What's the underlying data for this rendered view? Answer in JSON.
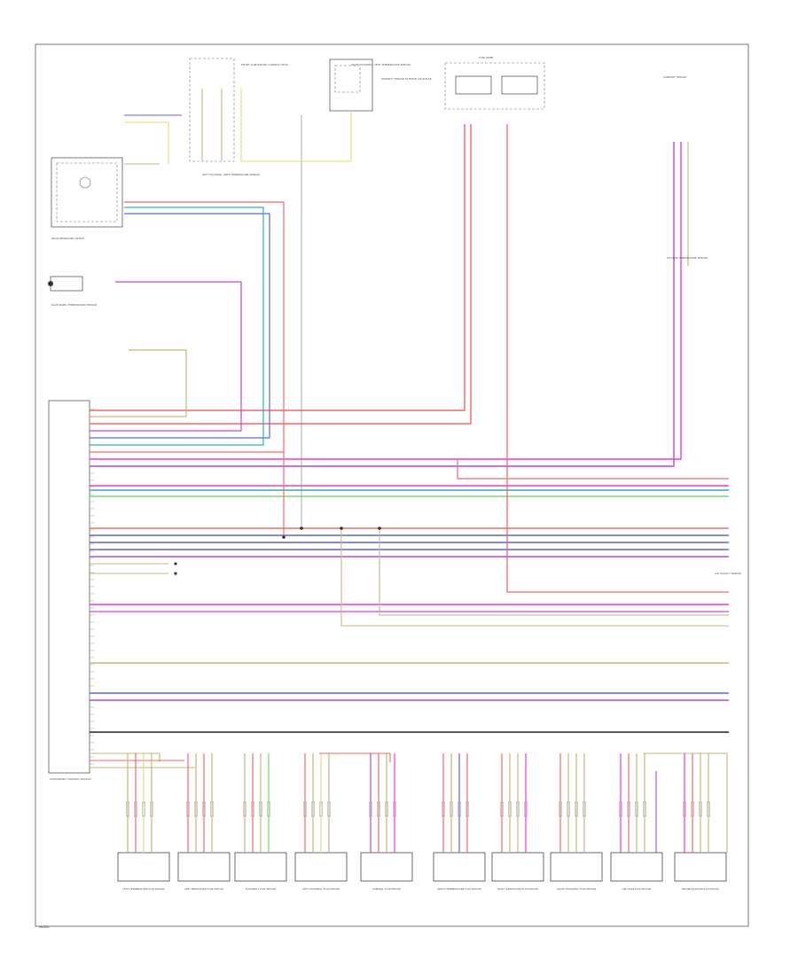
{
  "diagram": {
    "page_ref": "WD001",
    "module": {
      "name": "CLIMATRONIC CONTROL MODULE"
    },
    "components": [
      {
        "id": "dash_panel_temp_sensor",
        "label": "DASH PANEL TEMPERATURE SENSOR"
      },
      {
        "id": "ac_control_head",
        "label": "FRONT CLIMATRONIC CONTROL HEAD"
      },
      {
        "id": "footwell_vent_left",
        "label": "LEFT FOOTWELL VENT TEMPERATURE SENSOR"
      },
      {
        "id": "footwell_vent_right",
        "label": "RIGHT FOOTWELL VENT TEMPERATURE SENSOR"
      },
      {
        "id": "humidity_sensor",
        "label": "HUMIDITY SENSOR IN FRESH AIR INTAKE"
      },
      {
        "id": "rear_defog",
        "label": "REAR DEFROSTER SWITCH"
      },
      {
        "id": "fuse_panel",
        "label": "FUSE PANEL"
      },
      {
        "id": "sunroof",
        "label": "SUNROOF SENSOR"
      },
      {
        "id": "outside_temp",
        "label": "OUTSIDE TEMPERATURE SENSOR"
      },
      {
        "id": "air_quality",
        "label": "AIR QUALITY SENSOR"
      }
    ],
    "actuators": [
      {
        "id": "act1",
        "label": "LEFT TEMPERATURE FLAP MOTOR"
      },
      {
        "id": "act2",
        "label": "LEFT DEFROSTER FLAP MOTOR"
      },
      {
        "id": "act3",
        "label": "FOOTWELL FLAP MOTOR"
      },
      {
        "id": "act4",
        "label": "LEFT FOOTWELL FLAP MOTOR"
      },
      {
        "id": "act5",
        "label": "CENTRAL FLAP MOTOR"
      },
      {
        "id": "act6",
        "label": "RIGHT TEMPERATURE FLAP MOTOR"
      },
      {
        "id": "act7",
        "label": "RIGHT DEFROSTER FLAP MOTOR"
      },
      {
        "id": "act8",
        "label": "RIGHT FOOTWELL FLAP MOTOR"
      },
      {
        "id": "act9",
        "label": "AIR FLOW FLAP MOTOR"
      },
      {
        "id": "act10",
        "label": "RECIRCULATION FLAP MOTOR"
      }
    ],
    "wire_colors": {
      "red": "#f06a6a",
      "pink": "#ee3ad8",
      "blue": "#5b63e8",
      "cyan": "#34a9c4",
      "green": "#6fe06a",
      "yellow": "#e8dc6a",
      "tan": "#c9b67a",
      "violet": "#b34ad8",
      "gray": "#7a7a7a",
      "black": "#222222",
      "frame": "#555555"
    }
  }
}
